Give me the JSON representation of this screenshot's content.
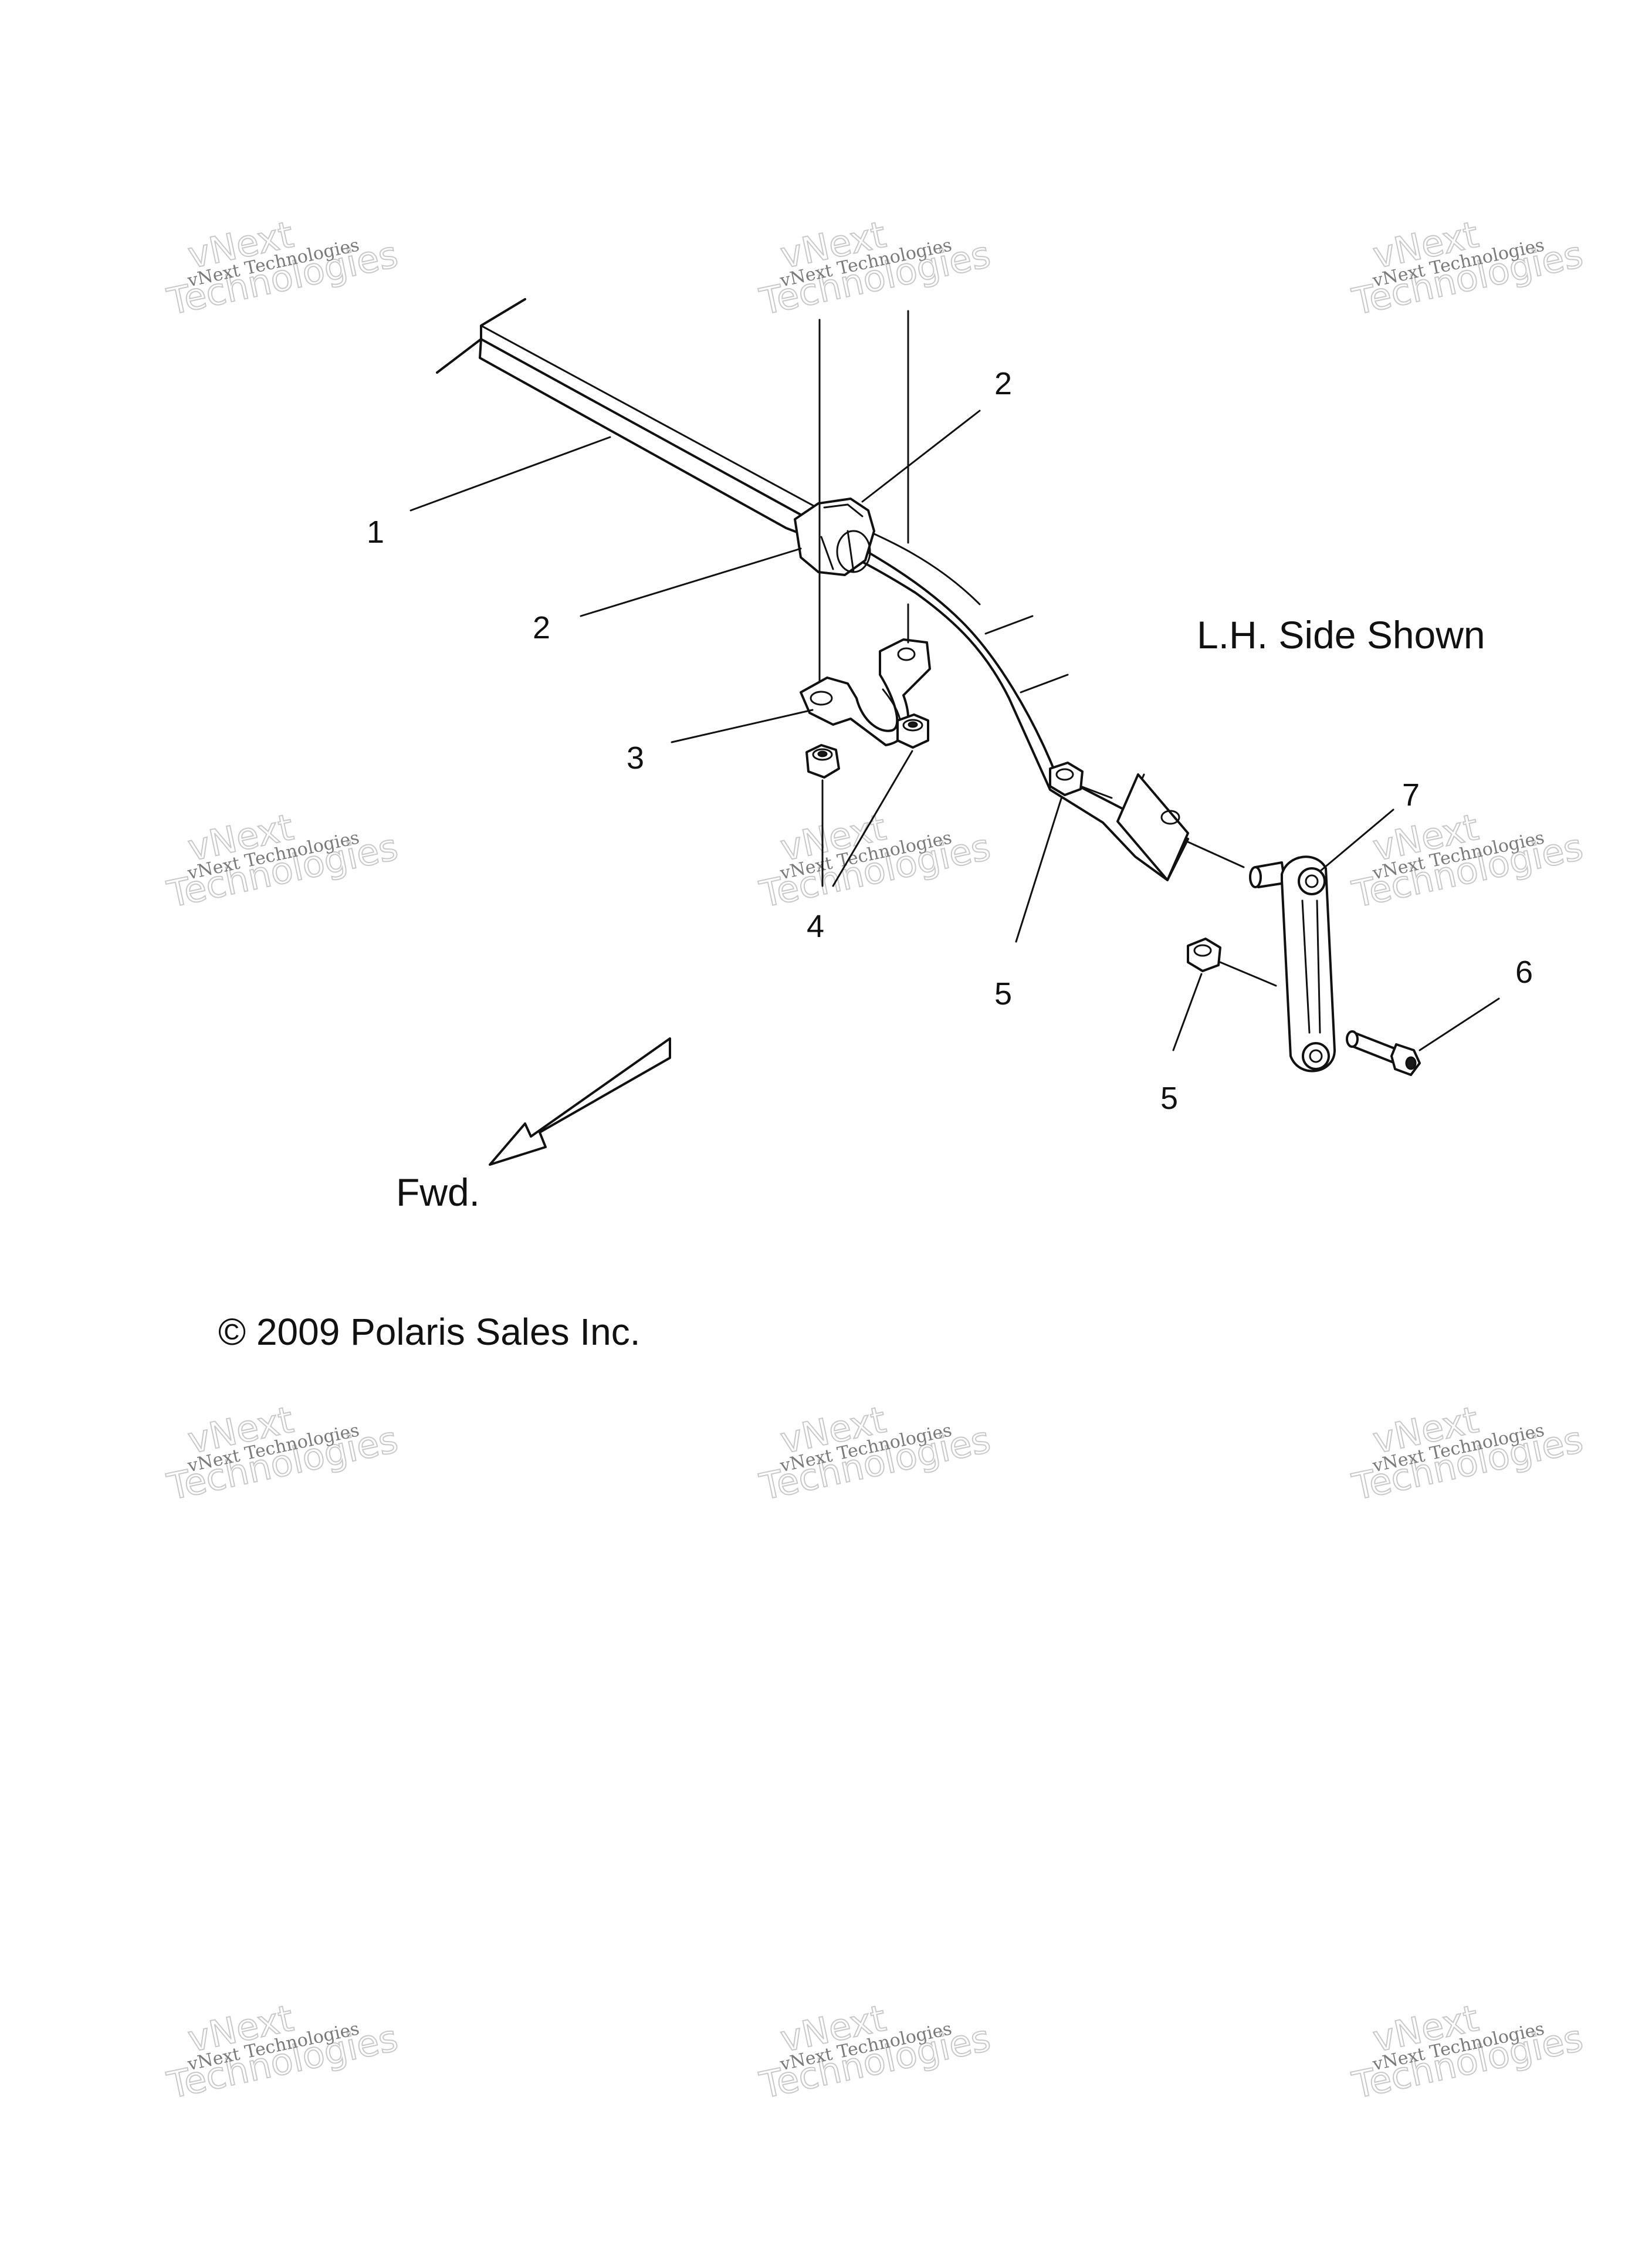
{
  "caption": "L.H. Side Shown",
  "direction_label": "Fwd.",
  "copyright": "© 2009 Polaris Sales Inc.",
  "watermark": {
    "line1": "vNext Technologies",
    "line2": "Technologies",
    "line3": "vNext"
  },
  "callouts": {
    "c1": "1",
    "c2a": "2",
    "c2b": "2",
    "c3": "3",
    "c4": "4",
    "c5a": "5",
    "c5b": "5",
    "c6": "6",
    "c7": "7"
  }
}
